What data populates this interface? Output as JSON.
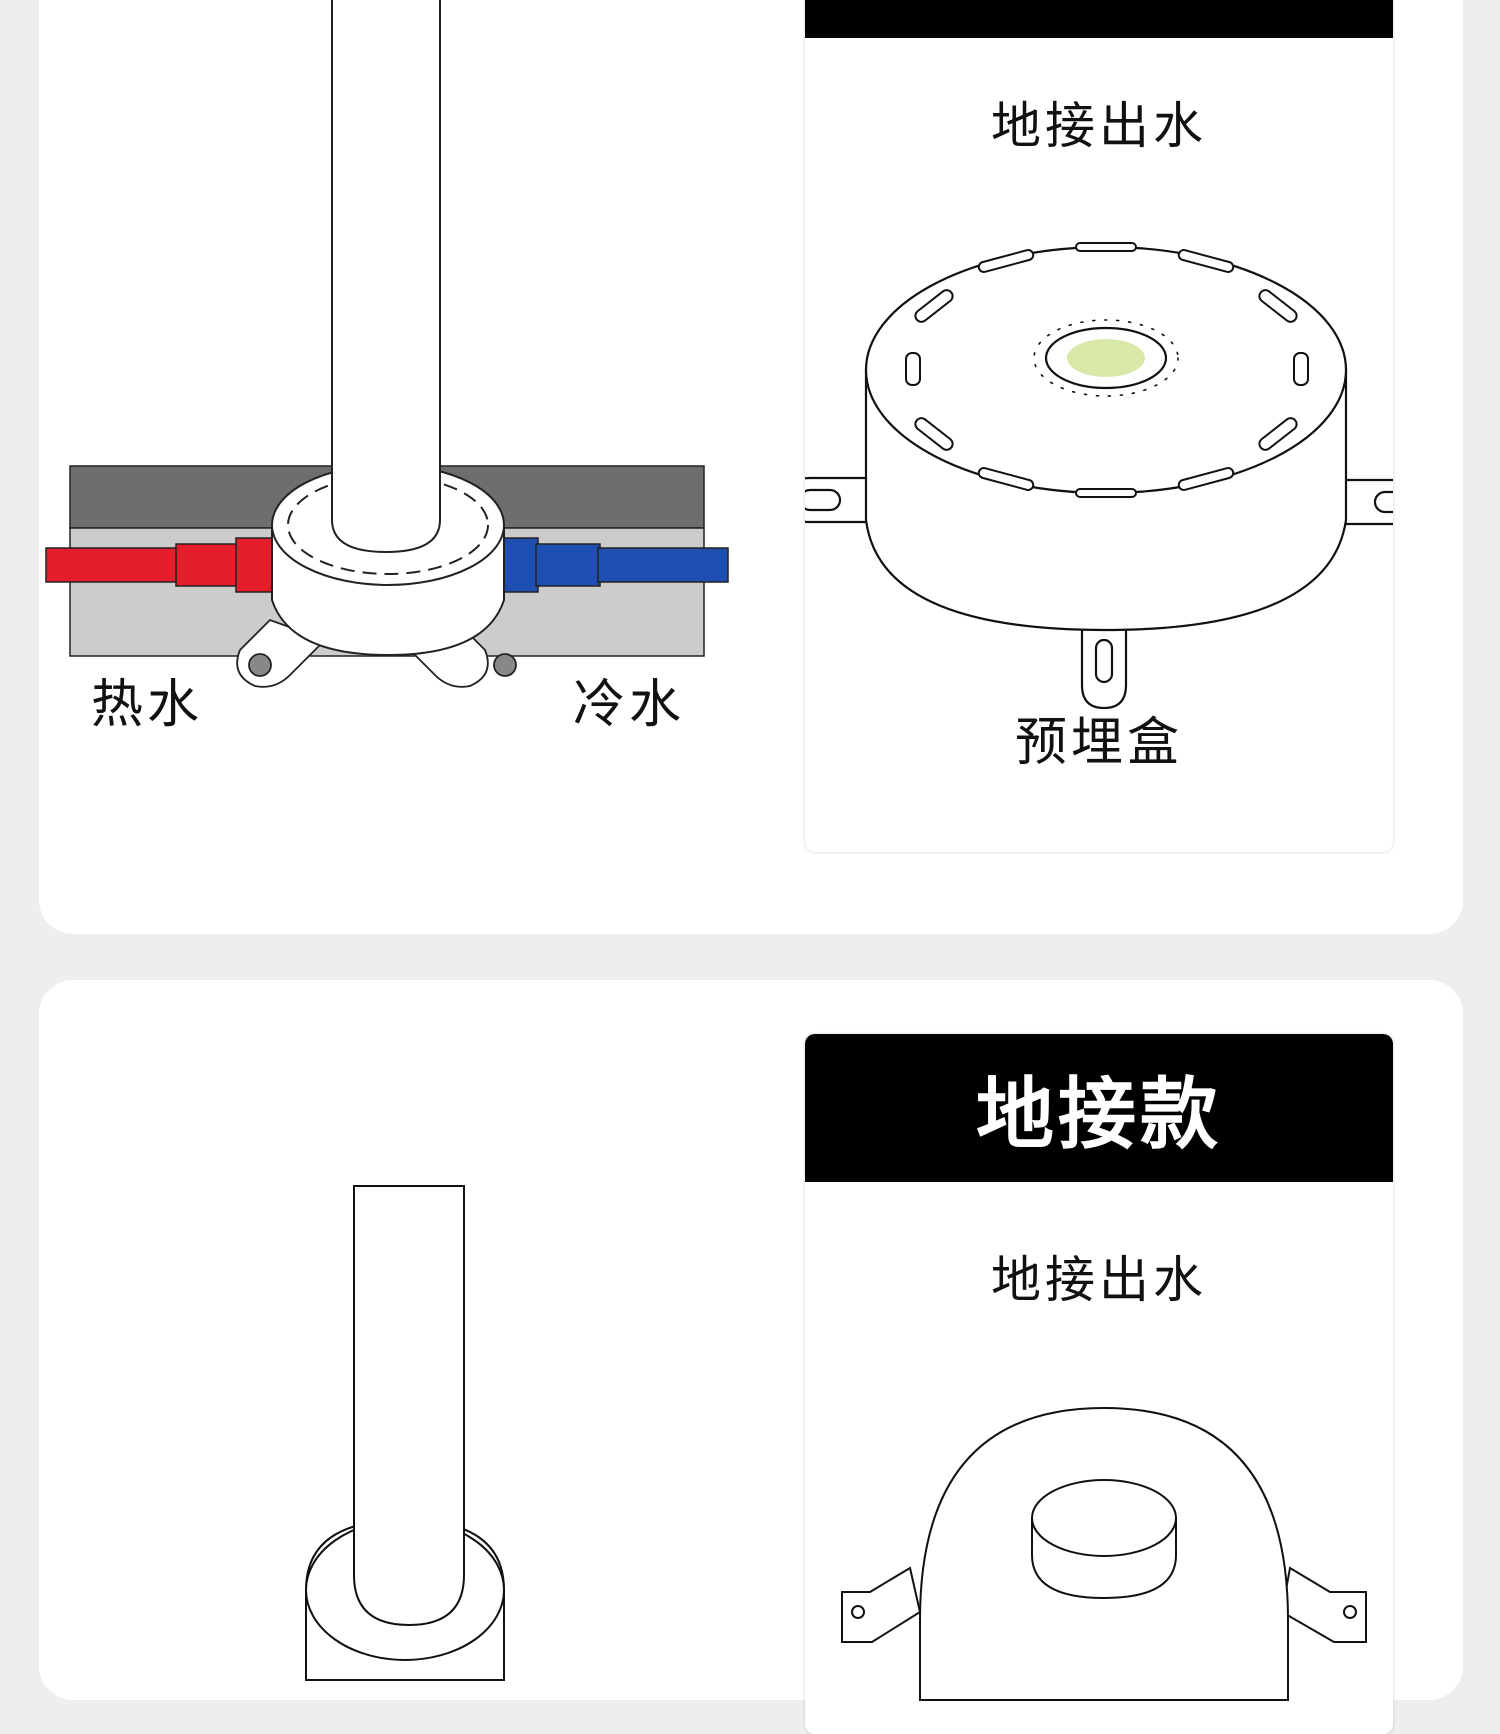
{
  "section_1": {
    "hot_label": "热水",
    "cold_label": "冷水",
    "panel": {
      "title": "",
      "subtitle": "地接出水",
      "caption": "预埋盒"
    },
    "colors": {
      "hot_pipe": "#e41e2b",
      "cold_pipe": "#1f4fb0",
      "wall_dark": "#6e6e6e",
      "wall_light": "#cccccc",
      "outlet_highlight": "#d8e8a6"
    }
  },
  "section_2": {
    "panel": {
      "title": "地接款",
      "subtitle": "地接出水"
    }
  }
}
